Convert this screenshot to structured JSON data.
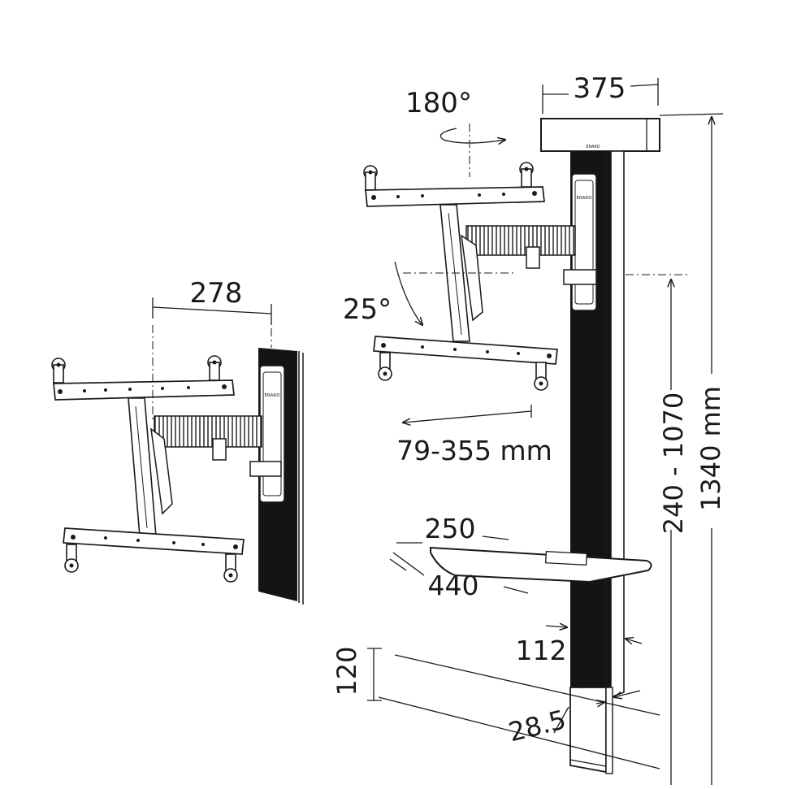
{
  "dimensions": {
    "left_arm_depth": "278",
    "rotation": "180°",
    "tilt": "25°",
    "top_width": "375",
    "extension": "79-355 mm",
    "height_range": "240 - 1070",
    "total_height": "1340 mm",
    "shelf_depth": "250",
    "shelf_width": "440",
    "column_width": "112",
    "base_height": "120",
    "column_depth": "28.5"
  },
  "brand_text": "ERARD",
  "colors": {
    "line": "#1a1a1a",
    "column_fill": "#141414",
    "background": "#ffffff"
  }
}
